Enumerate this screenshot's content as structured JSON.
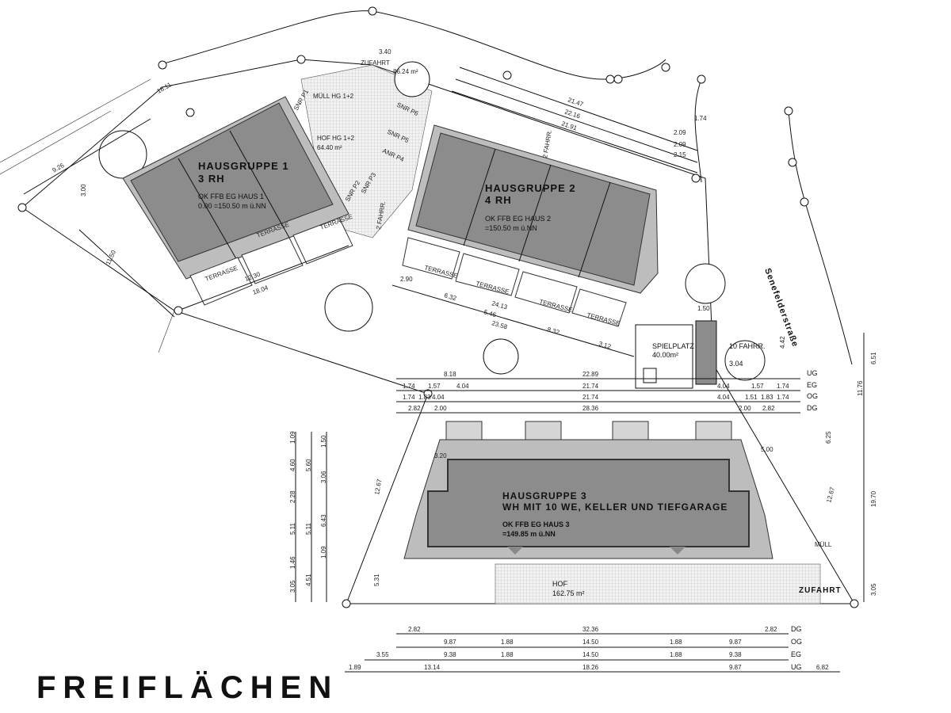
{
  "title": "FREIFLÄCHEN",
  "street": "Senefelderstraße",
  "colors": {
    "building_dark": "#8c8c8c",
    "building_light": "#bdbdbd",
    "hatch": "#e6e6e6"
  },
  "hausgruppe1": {
    "name": "HAUSGRUPPE 1",
    "sub": "3 RH",
    "level_label": "OK FFB EG HAUS 1",
    "level_value": "0.00 =150.50 m ü.NN"
  },
  "hausgruppe2": {
    "name": "HAUSGRUPPE 2",
    "sub": "4 RH",
    "level_label": "OK FFB EG HAUS 2",
    "level_value": "=150.50 m ü.NN"
  },
  "hausgruppe3": {
    "name": "HAUSGRUPPE 3",
    "sub": "WH MIT 10 WE, KELLER UND TIEFGARAGE",
    "level_label": "OK FFB EG HAUS 3",
    "level_value": "=149.85 m ü.NN"
  },
  "labels": {
    "terrasse": "TERRASSE",
    "hof12": "HOF HG 1+2",
    "hof12_area": "64.40 m²",
    "zufahrt_top": "ZUFAHRT",
    "zufahrt_top_area": "86.24 m²",
    "muell_top": "MÜLL HG 1+2",
    "spielplatz": "SPIELPLATZ",
    "spielplatz_area": "40.00m²",
    "fahrr": "10 FAHRR.",
    "fahrr_dim": "3.04",
    "hof3": "HOF",
    "hof3_area": "162.75 m²",
    "zufahrt_bottom": "ZUFAHRT",
    "muell_bottom": "MÜLL",
    "fahrr2": "2 FAHRR.",
    "snr_p1": "SNR P1",
    "snr_p2": "SNR P2",
    "snr_p3": "SNR P3",
    "anr_p4": "ANR P4",
    "snr_p5": "SNR P5",
    "snr_p6": "SNR P6"
  },
  "floors": [
    "UG",
    "EG",
    "OG",
    "DG"
  ],
  "bottom_dims": {
    "dg": [
      "2.82",
      "32.36",
      "2.82"
    ],
    "og": [
      "9.87",
      "1.88",
      "14.50",
      "1.88",
      "9.87"
    ],
    "eg": [
      "3.55",
      "9.38",
      "1.88",
      "14.50",
      "1.88",
      "9.38"
    ],
    "ug": [
      "1.89",
      "13.14",
      "18.26",
      "9.87",
      "6.82"
    ]
  },
  "mid_dims": {
    "ug": [
      "8.18",
      "22.89"
    ],
    "eg": [
      "1.74",
      "1.57",
      "4.04",
      "21.74",
      "4.04",
      "1.57",
      "1.74"
    ],
    "og": [
      "1.74",
      "1.83",
      "4.04",
      "21.74",
      "4.04",
      "1.51",
      "1.83",
      "1.74"
    ],
    "dg": [
      "2.82",
      "2.00",
      "28.36",
      "2.00",
      "2.82"
    ]
  },
  "left_dims": [
    "1.09",
    "4.60",
    "2.28",
    "5.11",
    "1.46",
    "3.05",
    "5.60",
    "5.11",
    "4.51",
    "1.50",
    "3.06",
    "6.43",
    "1.09",
    "12.67",
    "5.31",
    "3.20"
  ],
  "right_dims": [
    "6.51",
    "11.76",
    "6.25",
    "19.70",
    "12.67",
    "3.05",
    "5.00",
    "4.42"
  ],
  "top_dims": [
    "21.47",
    "22.16",
    "21.91",
    "1.74",
    "2.09",
    "2.09",
    "2.15",
    "3.40",
    "18.11",
    "9.26",
    "3.00",
    "11.50",
    "12.30",
    "18.04",
    "24.13",
    "23.58",
    "6.32",
    "5.46",
    "8.32",
    "3.12",
    "2.90",
    "1.50"
  ]
}
